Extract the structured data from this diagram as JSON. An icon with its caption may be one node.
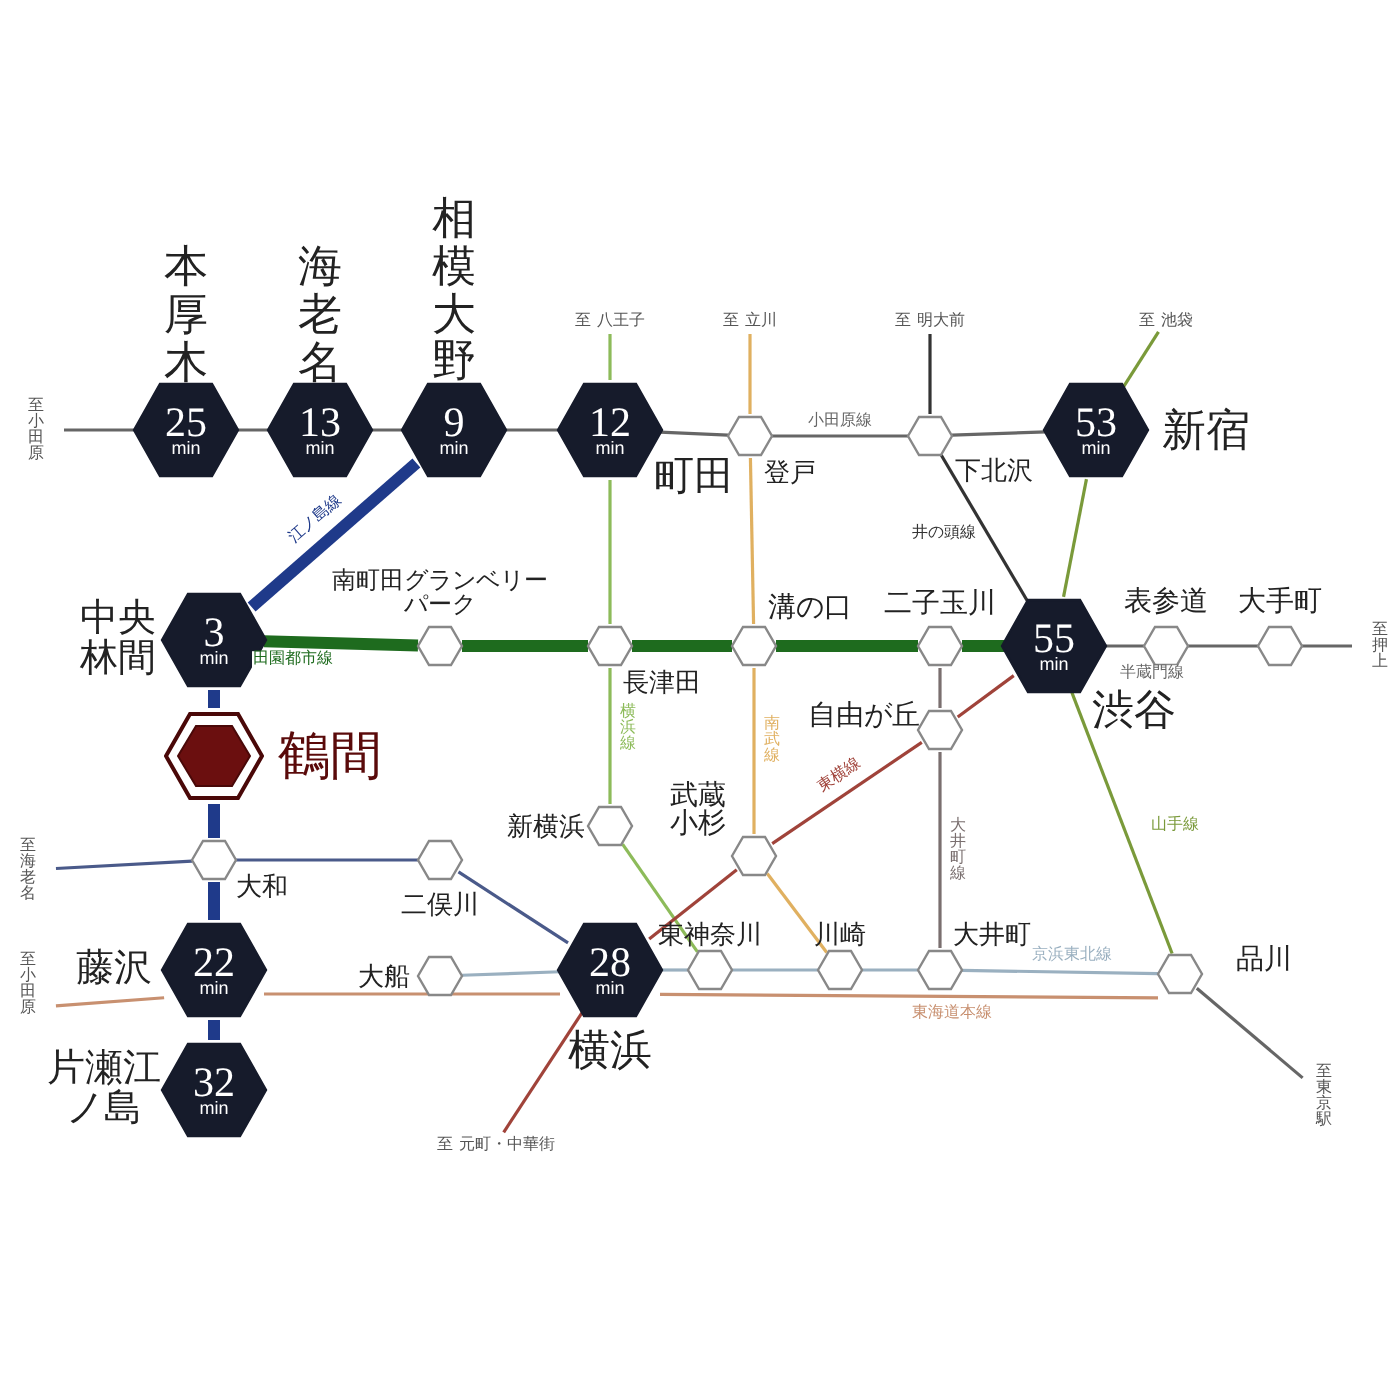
{
  "diagram": {
    "nodes": [
      {
        "text": [
          "25 min"
        ],
        "beside": [
          "本厚木"
        ]
      },
      {
        "text": [
          "13 min"
        ],
        "beside": [
          "海老名"
        ]
      },
      {
        "text": [
          "9 min"
        ],
        "beside": [
          "相模大野"
        ]
      },
      {
        "text": [
          "12 min"
        ],
        "beside": [
          "町田"
        ]
      },
      {
        "text": [],
        "shape": "hexagon",
        "beside": [
          "登戸"
        ]
      },
      {
        "text": [],
        "shape": "hexagon",
        "beside": [
          "下北沢"
        ]
      },
      {
        "text": [
          "53 min"
        ],
        "beside": [
          "新宿"
        ]
      },
      {
        "text": [
          "3 min"
        ],
        "beside": [
          "中央林間"
        ]
      },
      {
        "text": [],
        "shape": "hexagon",
        "beside": [
          "南町田グランベリーパーク"
        ]
      },
      {
        "text": [],
        "shape": "hexagon",
        "beside": [
          "長津田"
        ]
      },
      {
        "text": [],
        "shape": "hexagon",
        "beside": [
          "溝の口"
        ]
      },
      {
        "text": [],
        "shape": "hexagon",
        "beside": [
          "二子玉川"
        ]
      },
      {
        "text": [
          "55 min"
        ],
        "beside": [
          "渋谷"
        ]
      },
      {
        "text": [],
        "shape": "hexagon",
        "beside": [
          "表参道"
        ]
      },
      {
        "text": [],
        "shape": "hexagon",
        "beside": [
          "大手町"
        ]
      },
      {
        "text": [],
        "shape": "hexagon",
        "beside": [
          "鶴間"
        ]
      },
      {
        "text": [],
        "shape": "hexagon",
        "beside": [
          "大和"
        ]
      },
      {
        "text": [],
        "shape": "hexagon",
        "beside": [
          "二俣川"
        ]
      },
      {
        "text": [],
        "shape": "hexagon",
        "beside": [
          "新横浜"
        ]
      },
      {
        "text": [],
        "shape": "hexagon",
        "beside": [
          "武蔵小杉"
        ]
      },
      {
        "text": [],
        "shape": "hexagon",
        "beside": [
          "自由が丘"
        ]
      },
      {
        "text": [
          "22 min"
        ],
        "beside": [
          "藤沢"
        ]
      },
      {
        "text": [],
        "shape": "hexagon",
        "beside": [
          "大船"
        ]
      },
      {
        "text": [
          "28 min"
        ],
        "beside": [
          "横浜"
        ]
      },
      {
        "text": [],
        "shape": "hexagon",
        "beside": [
          "東神奈川"
        ]
      },
      {
        "text": [],
        "shape": "hexagon",
        "beside": [
          "川崎"
        ]
      },
      {
        "text": [],
        "shape": "hexagon",
        "beside": [
          "大井町"
        ]
      },
      {
        "text": [],
        "shape": "hexagon",
        "beside": [
          "品川"
        ]
      },
      {
        "text": [
          "32 min"
        ],
        "beside": [
          "片瀬江ノ島"
        ]
      },
      {
        "text": [
          "至小田原"
        ]
      },
      {
        "text": [
          "至 八王子"
        ]
      },
      {
        "text": [
          "至 立川"
        ]
      },
      {
        "text": [
          "至 明大前"
        ]
      },
      {
        "text": [
          "至 池袋"
        ]
      },
      {
        "text": [
          "至押上"
        ]
      },
      {
        "text": [
          "至海老名"
        ]
      },
      {
        "text": [
          "至小田原"
        ]
      },
      {
        "text": [
          "至東京駅"
        ]
      },
      {
        "text": [
          "至 元町・中華街"
        ]
      }
    ],
    "edges": [
      {
        "from": 29,
        "to": 0,
        "arrow": "none"
      },
      {
        "from": 0,
        "to": 1,
        "arrow": "none"
      },
      {
        "from": 1,
        "to": 2,
        "arrow": "none"
      },
      {
        "from": 2,
        "to": 3,
        "arrow": "none"
      },
      {
        "from": 3,
        "to": 4,
        "arrow": "none"
      },
      {
        "from": 4,
        "to": 5,
        "arrow": "none",
        "label": "小田原線"
      },
      {
        "from": 5,
        "to": 6,
        "arrow": "none"
      },
      {
        "from": 2,
        "to": 7,
        "arrow": "none",
        "label": "江ノ島線",
        "style": "thick",
        "color": "#1f3a8a"
      },
      {
        "from": 7,
        "to": 15,
        "arrow": "none",
        "style": "thick",
        "color": "#1f3a8a"
      },
      {
        "from": 15,
        "to": 16,
        "arrow": "none",
        "style": "thick",
        "color": "#1f3a8a"
      },
      {
        "from": 16,
        "to": 21,
        "arrow": "none",
        "style": "thick",
        "color": "#1f3a8a"
      },
      {
        "from": 21,
        "to": 28,
        "arrow": "none",
        "style": "thick",
        "color": "#1f3a8a"
      },
      {
        "from": 7,
        "to": 8,
        "arrow": "none",
        "label": "田園都市線",
        "style": "thick",
        "color": "#1e6b1e"
      },
      {
        "from": 8,
        "to": 9,
        "arrow": "none",
        "style": "thick",
        "color": "#1e6b1e"
      },
      {
        "from": 9,
        "to": 10,
        "arrow": "none",
        "style": "thick",
        "color": "#1e6b1e"
      },
      {
        "from": 10,
        "to": 11,
        "arrow": "none",
        "style": "thick",
        "color": "#1e6b1e"
      },
      {
        "from": 11,
        "to": 12,
        "arrow": "none",
        "style": "thick",
        "color": "#1e6b1e"
      },
      {
        "from": 12,
        "to": 13,
        "arrow": "none",
        "label": "半蔵門線"
      },
      {
        "from": 13,
        "to": 14,
        "arrow": "none"
      },
      {
        "from": 14,
        "to": 34,
        "arrow": "none"
      },
      {
        "from": 30,
        "to": 3,
        "arrow": "none",
        "color": "#8dbb5a"
      },
      {
        "from": 3,
        "to": 9,
        "arrow": "none",
        "color": "#8dbb5a"
      },
      {
        "from": 9,
        "to": 18,
        "arrow": "none",
        "label": "横浜線",
        "color": "#8dbb5a"
      },
      {
        "from": 18,
        "to": 24,
        "arrow": "none",
        "color": "#8dbb5a"
      },
      {
        "from": 31,
        "to": 4,
        "arrow": "none",
        "color": "#e0b060"
      },
      {
        "from": 4,
        "to": 10,
        "arrow": "none",
        "color": "#e0b060"
      },
      {
        "from": 10,
        "to": 19,
        "arrow": "none",
        "label": "南武線",
        "color": "#e0b060"
      },
      {
        "from": 19,
        "to": 25,
        "arrow": "none",
        "color": "#e0b060"
      },
      {
        "from": 32,
        "to": 5,
        "arrow": "none",
        "color": "#333333"
      },
      {
        "from": 5,
        "to": 12,
        "arrow": "none",
        "label": "井の頭線",
        "color": "#333333"
      },
      {
        "from": 33,
        "to": 6,
        "arrow": "none",
        "color": "#7a9a3a"
      },
      {
        "from": 6,
        "to": 12,
        "arrow": "none",
        "color": "#7a9a3a"
      },
      {
        "from": 12,
        "to": 27,
        "arrow": "none",
        "label": "山手線",
        "color": "#7a9a3a"
      },
      {
        "from": 38,
        "to": 23,
        "arrow": "none",
        "color": "#a0433a"
      },
      {
        "from": 23,
        "to": 19,
        "arrow": "none",
        "color": "#a0433a"
      },
      {
        "from": 19,
        "to": 20,
        "arrow": "none",
        "label": "東横線",
        "color": "#a0433a"
      },
      {
        "from": 20,
        "to": 12,
        "arrow": "none",
        "color": "#a0433a"
      },
      {
        "from": 11,
        "to": 20,
        "arrow": "none",
        "color": "#7a6f6f"
      },
      {
        "from": 20,
        "to": 26,
        "arrow": "none",
        "label": "大井町線",
        "color": "#7a6f6f"
      },
      {
        "from": 35,
        "to": 16,
        "arrow": "none",
        "color": "#4a5a8a"
      },
      {
        "from": 16,
        "to": 17,
        "arrow": "none",
        "color": "#4a5a8a"
      },
      {
        "from": 17,
        "to": 23,
        "arrow": "none",
        "color": "#4a5a8a"
      },
      {
        "from": 22,
        "to": 23,
        "arrow": "none",
        "color": "#9ab0c0"
      },
      {
        "from": 23,
        "to": 24,
        "arrow": "none",
        "color": "#9ab0c0"
      },
      {
        "from": 24,
        "to": 25,
        "arrow": "none",
        "color": "#9ab0c0"
      },
      {
        "from": 25,
        "to": 26,
        "arrow": "none",
        "color": "#9ab0c0"
      },
      {
        "from": 26,
        "to": 27,
        "arrow": "none",
        "label": "京浜東北線",
        "color": "#9ab0c0"
      },
      {
        "from": 36,
        "to": 21,
        "arrow": "none",
        "color": "#c89070"
      },
      {
        "from": 21,
        "to": 23,
        "arrow": "none",
        "color": "#c89070"
      },
      {
        "from": 23,
        "to": 27,
        "arrow": "none",
        "label": "東海道本線",
        "color": "#c89070"
      },
      {
        "from": 27,
        "to": 37,
        "arrow": "none"
      }
    ]
  }
}
